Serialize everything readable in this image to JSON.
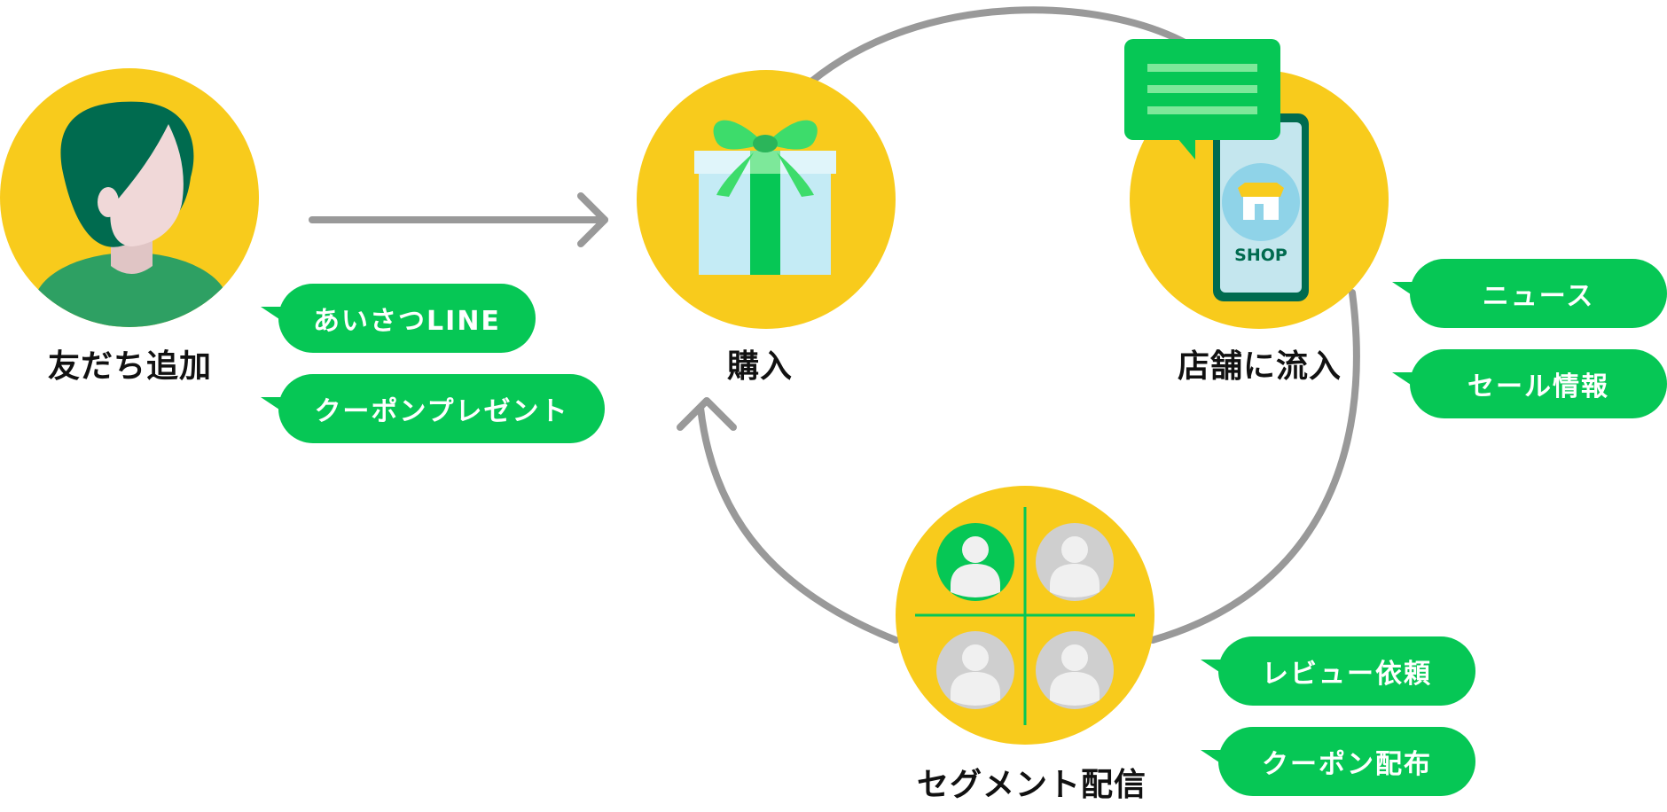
{
  "colors": {
    "yellow": "#f8cb1c",
    "green": "#06c755",
    "dark_green": "#006b4f",
    "gray_arrow": "#999999",
    "light_blue": "#c4ebf5"
  },
  "nodes": {
    "friend_add": {
      "label": "友だち追加",
      "icon": "person-icon"
    },
    "purchase": {
      "label": "購入",
      "icon": "gift-icon"
    },
    "store": {
      "label": "店舗に流入",
      "icon": "smartphone-shop-icon",
      "shop_text": "SHOP"
    },
    "segment": {
      "label": "セグメント配信",
      "icon": "user-grid-icon"
    }
  },
  "bubbles": {
    "greeting": "あいさつLINE",
    "coupon_present": "クーポンプレゼント",
    "news": "ニュース",
    "sale_info": "セール情報",
    "review_request": "レビュー依頼",
    "coupon_distribution": "クーポン配布"
  }
}
